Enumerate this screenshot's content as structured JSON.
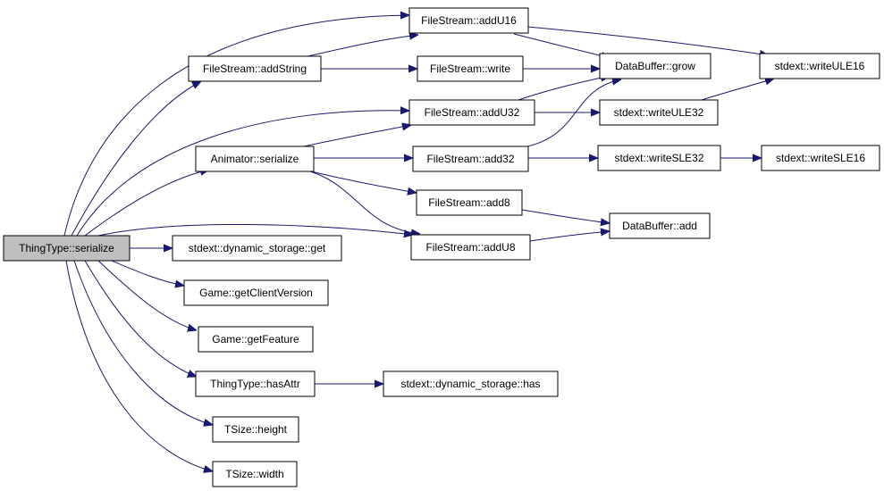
{
  "nodes": {
    "thingtype_serialize": "ThingType::serialize",
    "filestream_addstring": "FileStream::addString",
    "animator_serialize": "Animator::serialize",
    "dynamic_storage_get": "stdext::dynamic_storage::get",
    "game_getclientversion": "Game::getClientVersion",
    "game_getfeature": "Game::getFeature",
    "thingtype_hasattr": "ThingType::hasAttr",
    "tsize_height": "TSize::height",
    "tsize_width": "TSize::width",
    "filestream_addu16": "FileStream::addU16",
    "filestream_write": "FileStream::write",
    "filestream_addu32": "FileStream::addU32",
    "filestream_add32": "FileStream::add32",
    "filestream_add8": "FileStream::add8",
    "filestream_addu8": "FileStream::addU8",
    "dynamic_storage_has": "stdext::dynamic_storage::has",
    "databuffer_grow": "DataBuffer::grow",
    "databuffer_add": "DataBuffer::add",
    "writeule32": "stdext::writeULE32",
    "writesle32": "stdext::writeSLE32",
    "writeule16": "stdext::writeULE16",
    "writesle16": "stdext::writeSLE16"
  },
  "colors": {
    "edge": "#191970",
    "root_fill": "#bfbfbf",
    "node_fill": "#ffffff"
  }
}
